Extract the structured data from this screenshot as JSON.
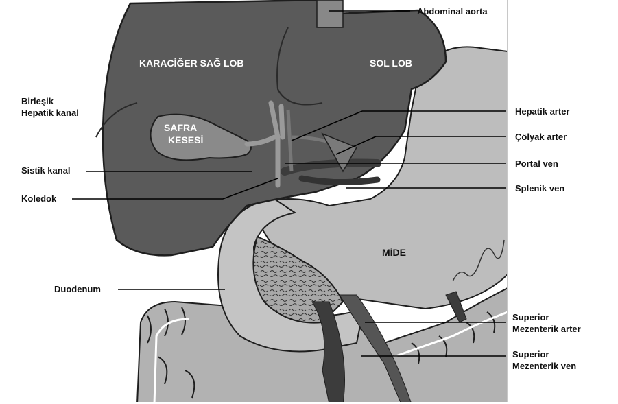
{
  "colors": {
    "liver": "#5a5a5a",
    "liver_stroke": "#1e1e1e",
    "gallbladder": "#8a8a8a",
    "stomach": "#bdbdbd",
    "duodenum": "#c4c4c4",
    "pancreas_texture": "#a8a8a8",
    "vessel": "#444444",
    "colon": "#b2b2b2",
    "leader": "#000000"
  },
  "organs": {
    "liver_right_lobe": "KARACİĞER  SAĞ LOB",
    "liver_left_lobe": "SOL LOB",
    "gallbladder": [
      "SAFRA",
      "KESESİ"
    ],
    "stomach": "MİDE"
  },
  "labels": {
    "abdominal_aorta": "Abdominal aorta",
    "common_hepatic_duct": [
      "Birleşik",
      "Hepatik kanal"
    ],
    "hepatic_artery": "Hepatik arter",
    "celiac_artery": "Çölyak arter",
    "cystic_duct": "Sistik kanal",
    "portal_vein": "Portal ven",
    "choledoch": "Koledok",
    "splenic_vein": "Splenik ven",
    "duodenum": "Duodenum",
    "sup_mes_artery": [
      "Superior",
      "Mezenterik arter"
    ],
    "sup_mes_vein": [
      "Superior",
      "Mezenterik ven"
    ]
  }
}
